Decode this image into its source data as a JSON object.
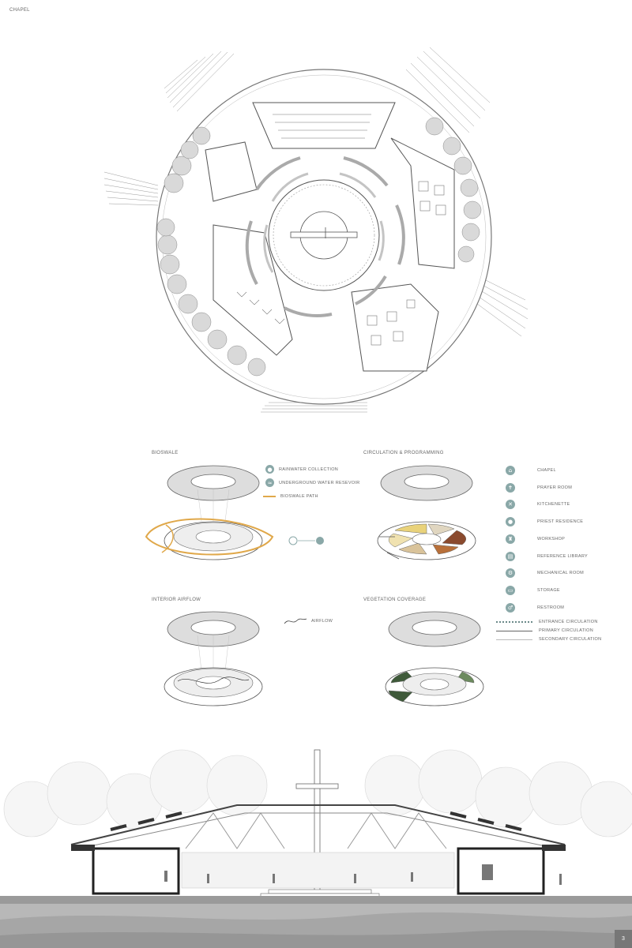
{
  "plan": {
    "title": "CHAPEL"
  },
  "diagrams": {
    "bioswale": {
      "title": "BIOSWALE",
      "legend": [
        {
          "icon": "rain-drop-icon",
          "label": "RAINWATER COLLECTION"
        },
        {
          "icon": "water-tank-icon",
          "label": "UNDERGROUND WATER RESEVOIR"
        },
        {
          "icon": "orange-line",
          "label": "BIOSWALE PATH"
        }
      ]
    },
    "circulation": {
      "title": "CIRCULATION & PROGRAMMING"
    },
    "airflow": {
      "title": "INTERIOR AIRFLOW",
      "legend_label": "AIRFLOW"
    },
    "vegetation": {
      "title": "VEGETATION COVERAGE"
    }
  },
  "program_legend": [
    {
      "icon": "chapel-icon",
      "label": "CHAPEL"
    },
    {
      "icon": "prayer-icon",
      "label": "PRAYER ROOM"
    },
    {
      "icon": "utensils-icon",
      "label": "KITCHENETTE"
    },
    {
      "icon": "person-icon",
      "label": "PRIEST RESIDENCE"
    },
    {
      "icon": "workshop-icon",
      "label": "WORKSHOP"
    },
    {
      "icon": "book-icon",
      "label": "REFERENCE LIBRARY"
    },
    {
      "icon": "gear-icon",
      "label": "MECHANICAL ROOM"
    },
    {
      "icon": "box-icon",
      "label": "STORAGE"
    },
    {
      "icon": "restroom-icon",
      "label": "RESTROOM"
    }
  ],
  "circulation_legend": [
    {
      "style": "dotted",
      "label": "ENTRANCE CIRCULATION"
    },
    {
      "style": "solid",
      "label": "PRIMARY CIRCULATION"
    },
    {
      "style": "thin",
      "label": "SECONDARY CIRCULATION"
    }
  ],
  "page_number": "3",
  "colors": {
    "accent_orange": "#e0a84a",
    "icon_teal": "#8aa8a8",
    "program_yellow": "#e9d27a",
    "program_brown": "#8a4a2e",
    "vegetation_green": "#3f5a3a"
  }
}
